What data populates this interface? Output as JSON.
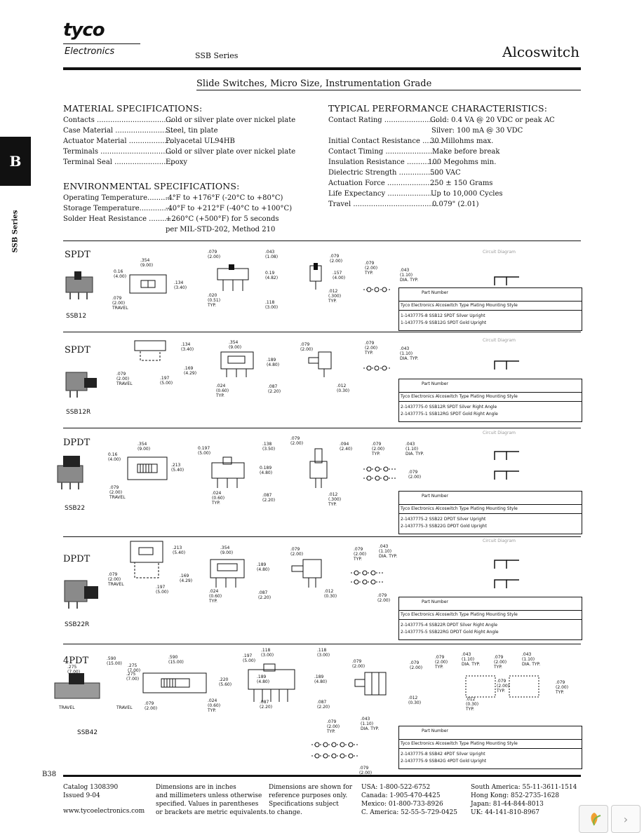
{
  "header": {
    "logo": "tyco",
    "logo_sub": "Electronics",
    "series": "SSB Series",
    "brand": "Alcoswitch",
    "title": "Slide Switches, Micro Size, Instrumentation Grade"
  },
  "side_tab": {
    "letter": "B",
    "label": "SSB Series"
  },
  "material": {
    "heading": "MATERIAL SPECIFICATIONS:",
    "rows": [
      {
        "k": "Contacts ..................................",
        "v": "Gold or silver plate over nickel plate"
      },
      {
        "k": "Case Material ..........................",
        "v": "Steel, tin plate"
      },
      {
        "k": "Actuator Material ....................",
        "v": "Polyacetal UL94HB"
      },
      {
        "k": "Terminals .................................",
        "v": "Gold or silver plate over nickel plate"
      },
      {
        "k": "Terminal Seal ..........................",
        "v": "Epoxy"
      }
    ]
  },
  "environmental": {
    "heading": "ENVIRONMENTAL SPECIFICATIONS:",
    "rows": [
      {
        "k": "Operating Temperature............",
        "v": "-4°F to +176°F (-20°C to +80°C)"
      },
      {
        "k": "Storage Temperature................",
        "v": "-40°F to +212°F (-40°C to +100°C)"
      },
      {
        "k": "Solder Heat Resistance ............",
        "v": "+260°C (+500°F) for 5 seconds"
      },
      {
        "k": "",
        "v": "per MIL-STD-202, Method 210"
      }
    ]
  },
  "performance": {
    "heading": "TYPICAL PERFORMANCE CHARACTERISTICS:",
    "rows": [
      {
        "k": "Contact Rating ........................",
        "v": "Gold: 0.4 VA @ 20 VDC or peak AC"
      },
      {
        "k": "",
        "v": "Silver: 100 mA @ 30 VDC"
      },
      {
        "k": "Initial Contact Resistance .........",
        "v": "30 Millohms max."
      },
      {
        "k": "Contact Timing ........................",
        "v": "Make before break"
      },
      {
        "k": "Insulation Resistance ..............",
        "v": "100 Megohms min."
      },
      {
        "k": "Dielectric Strength ..................",
        "v": "500 VAC"
      },
      {
        "k": "Actuation Force ......................",
        "v": "250 ± 150 Grams"
      },
      {
        "k": "Life Expectancy ......................",
        "v": "Up to 10,000 Cycles"
      },
      {
        "k": "Travel ......................................",
        "v": "0.079\" (2.01)"
      }
    ]
  },
  "products": [
    {
      "type": "SPDT",
      "name": "SSB12",
      "circuit": "Circuit Diagram",
      "pn_title": "Part Number",
      "pn_header": "Tyco Electronics   Alcoswitch   Type   Plating   Mounting Style",
      "rows": [
        "1-1437775-8          SSB12          SPDT     Silver          Upright",
        "1-1437775-9          SSB12G        SPDT     Gold            Upright"
      ]
    },
    {
      "type": "SPDT",
      "name": "SSB12R",
      "circuit": "Circuit Diagram",
      "pn_title": "Part Number",
      "pn_header": "Tyco Electronics   Alcoswitch   Type   Plating   Mounting Style",
      "rows": [
        "2-1437775-0          SSB12R         SPDT     Silver          Right Angle",
        "2-1437775-1          SSB12RG       SPDT     Gold            Right Angle"
      ]
    },
    {
      "type": "DPDT",
      "name": "SSB22",
      "circuit": "Circuit Diagram",
      "pn_title": "Part Number",
      "pn_header": "Tyco Electronics   Alcoswitch   Type   Plating   Mounting Style",
      "rows": [
        "2-1437775-2          SSB22          DPDT     Silver          Upright",
        "2-1437775-3          SSB22G        DPDT     Gold            Upright"
      ]
    },
    {
      "type": "DPDT",
      "name": "SSB22R",
      "circuit": "Circuit Diagram",
      "pn_title": "Part Number",
      "pn_header": "Tyco Electronics   Alcoswitch   Type   Plating   Mounting Style",
      "rows": [
        "2-1437775-4          SSB22R         DPDT     Silver          Right Angle",
        "2-1437775-5          SSB22RG DPDT     Gold            Right Angle"
      ]
    },
    {
      "type": "4PDT",
      "name": "SSB42",
      "circuit": "",
      "pn_title": "Part Number",
      "pn_header": "Tyco Electronics   Alcoswitch   Type   Plating   Mounting Style",
      "rows": [
        "2-1437775-8          SSB42          4PDT     Silver          Upright",
        "2-1437775-9          SSB42G        4PDT     Gold            Upright"
      ]
    }
  ],
  "dims": {
    "d079": ".079",
    "d200": "(2.00)",
    "typ": "TYP.",
    "travel": "TRAVEL",
    "d354": ".354",
    "d900": "(9.00)",
    "d016": "0.16",
    "d400": "(4.00)",
    "d134": ".134",
    "d340": "(3.40)",
    "d043": ".043",
    "d108": "(1.08)",
    "d019": "0.19",
    "d482": "(4.82)",
    "d020": ".020",
    "d051": "(0.51)",
    "d118": ".118",
    "d300": "(3.00)",
    "d157": ".157",
    "d012": ".012",
    "d030": "(.300)",
    "dia": "DIA. TYP.",
    "d110": "(1.10)",
    "d189": ".189",
    "d480": "(4.80)",
    "d169": ".169",
    "d429": "(4.29)",
    "d197": ".197",
    "d500": "(5.00)",
    "d024": ".024",
    "d060": "(0.60)",
    "d087": ".087",
    "d220": "(2.20)",
    "d030b": "(0.30)",
    "d213": ".213",
    "d540": "(5.40)",
    "d0197": "0.197",
    "d138": ".138",
    "d350": "(3.50)",
    "d0189": "0.189",
    "d094": ".094",
    "d240": "(2.40)",
    "d590": ".590",
    "d1500": "(15.00)",
    "d275": ".275",
    "d700": "(7.00)",
    "d220b": ".220",
    "d560": "(5.60)"
  },
  "footer": {
    "page": "B38",
    "col1": [
      "Catalog 1308390",
      "Issued 9-04",
      "www.tycoelectronics.com"
    ],
    "col2": [
      "Dimensions are in inches",
      "and millimeters unless otherwise",
      "specified. Values in parentheses",
      "or brackets are metric equivalents."
    ],
    "col3": [
      "Dimensions are shown for",
      "reference purposes only.",
      "Specifications subject",
      "to change."
    ],
    "col4": [
      "USA: 1-800-522-6752",
      "Canada: 1-905-470-4425",
      "Mexico: 01-800-733-8926",
      "C. America: 52-55-5-729-0425"
    ],
    "col5": [
      "South America: 55-11-3611-1514",
      "Hong Kong: 852-2735-1628",
      "Japan: 81-44-844-8013",
      "UK: 44-141-810-8967"
    ]
  }
}
